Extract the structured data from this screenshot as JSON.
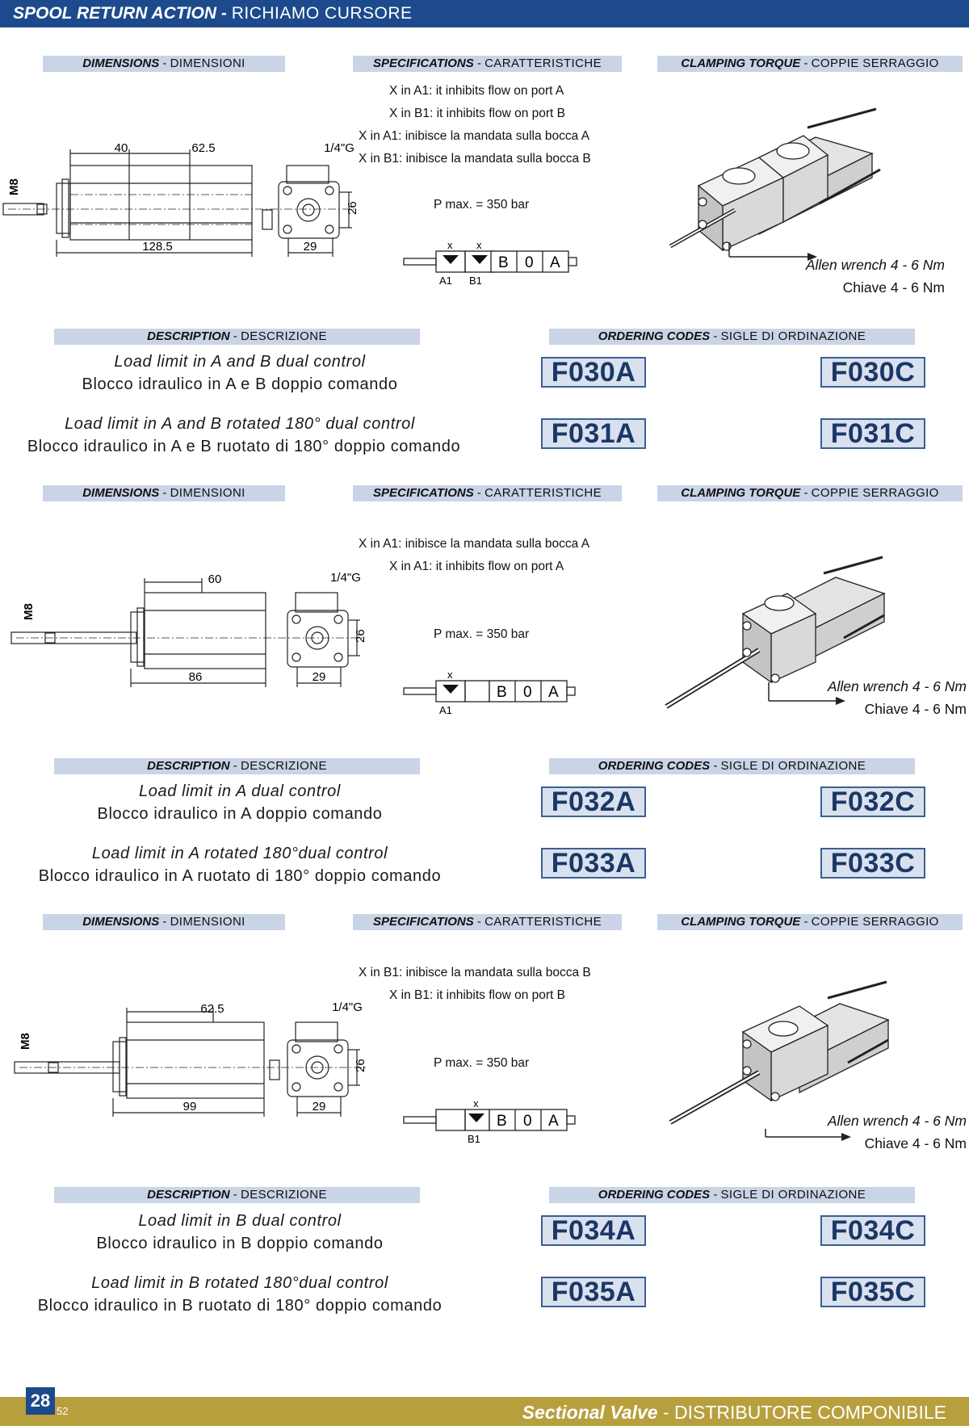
{
  "header": {
    "title_en": "SPOOL RETURN ACTION",
    "title_sep": " - ",
    "title_it": "RICHIAMO CURSORE"
  },
  "section_labels": {
    "dimensions_en": "DIMENSIONS",
    "dimensions_it": "DIMENSIONI",
    "specifications_en": "SPECIFICATIONS",
    "specifications_it": "CARATTERISTICHE",
    "clamping_en": "CLAMPING TORQUE",
    "clamping_it": "COPPIE SERRAGGIO",
    "description_en": "DESCRIPTION",
    "description_it": "DESCRIZIONE",
    "ordering_en": "ORDERING CODES",
    "ordering_it": "SIGLE DI ORDINAZIONE",
    "sep": " - "
  },
  "sections": [
    {
      "spec_lines": [
        "X in A1: it inhibits flow on port A",
        "X in B1: it inhibits flow on port B",
        "X in A1: inibisce la mandata sulla bocca A",
        "X in B1: inibisce la mandata sulla bocca B"
      ],
      "pressure": "P max. = 350 bar",
      "torque_en": "Allen wrench 4 - 6 Nm",
      "torque_it": "Chiave 4 - 6 Nm",
      "dims": {
        "thread": "M8",
        "a": "40",
        "b": "62.5",
        "length": "128.5",
        "port": "1/4\"G",
        "h": "26",
        "w": "29"
      },
      "symbol": {
        "x1": "x",
        "x2": "x",
        "l1": "A1",
        "l2": "B1",
        "b": "B",
        "zero": "0",
        "a": "A"
      },
      "rows": [
        {
          "desc_en": "Load limit in A and B dual control",
          "desc_it": "Blocco idraulico in A e B doppio comando",
          "code_a": "F030A",
          "code_c": "F030C"
        },
        {
          "desc_en": "Load limit in A and B rotated 180° dual control",
          "desc_it": "Blocco idraulico in A e B ruotato di 180° doppio comando",
          "code_a": "F031A",
          "code_c": "F031C"
        }
      ]
    },
    {
      "spec_lines": [
        "X in A1: inibisce la mandata sulla bocca A",
        "X in A1: it inhibits flow on port A"
      ],
      "pressure": "P max. = 350 bar",
      "torque_en": "Allen wrench 4 - 6 Nm",
      "torque_it": "Chiave 4 - 6 Nm",
      "dims": {
        "thread": "M8",
        "a": "60",
        "length": "86",
        "port": "1/4\"G",
        "h": "26",
        "w": "29"
      },
      "symbol": {
        "x1": "x",
        "l1": "A1",
        "b": "B",
        "zero": "0",
        "a": "A"
      },
      "rows": [
        {
          "desc_en": "Load limit in A dual control",
          "desc_it": "Blocco idraulico in A doppio comando",
          "code_a": "F032A",
          "code_c": "F032C"
        },
        {
          "desc_en": "Load limit in A rotated 180°dual control",
          "desc_it": "Blocco idraulico in A ruotato di 180° doppio comando",
          "code_a": "F033A",
          "code_c": "F033C"
        }
      ]
    },
    {
      "spec_lines": [
        "X in B1: inibisce la mandata sulla bocca B",
        "X in B1: it inhibits flow on port B"
      ],
      "pressure": "P max. = 350 bar",
      "torque_en": "Allen wrench 4 - 6 Nm",
      "torque_it": "Chiave 4 - 6 Nm",
      "dims": {
        "thread": "M8",
        "a": "62.5",
        "length": "99",
        "port": "1/4\"G",
        "h": "26",
        "w": "29"
      },
      "symbol": {
        "x2": "x",
        "l2": "B1",
        "b": "B",
        "zero": "0",
        "a": "A"
      },
      "rows": [
        {
          "desc_en": "Load limit in B dual control",
          "desc_it": "Blocco idraulico in B doppio comando",
          "code_a": "F034A",
          "code_c": "F034C"
        },
        {
          "desc_en": "Load limit in B rotated 180°dual control",
          "desc_it": "Blocco idraulico in B ruotato di 180° doppio comando",
          "code_a": "F035A",
          "code_c": "F035C"
        }
      ]
    }
  ],
  "footer": {
    "page": "28",
    "page_small": "52",
    "title_en": "Sectional Valve",
    "title_sep": " - ",
    "title_it": "DISTRIBUTORE COMPONIBILE"
  }
}
